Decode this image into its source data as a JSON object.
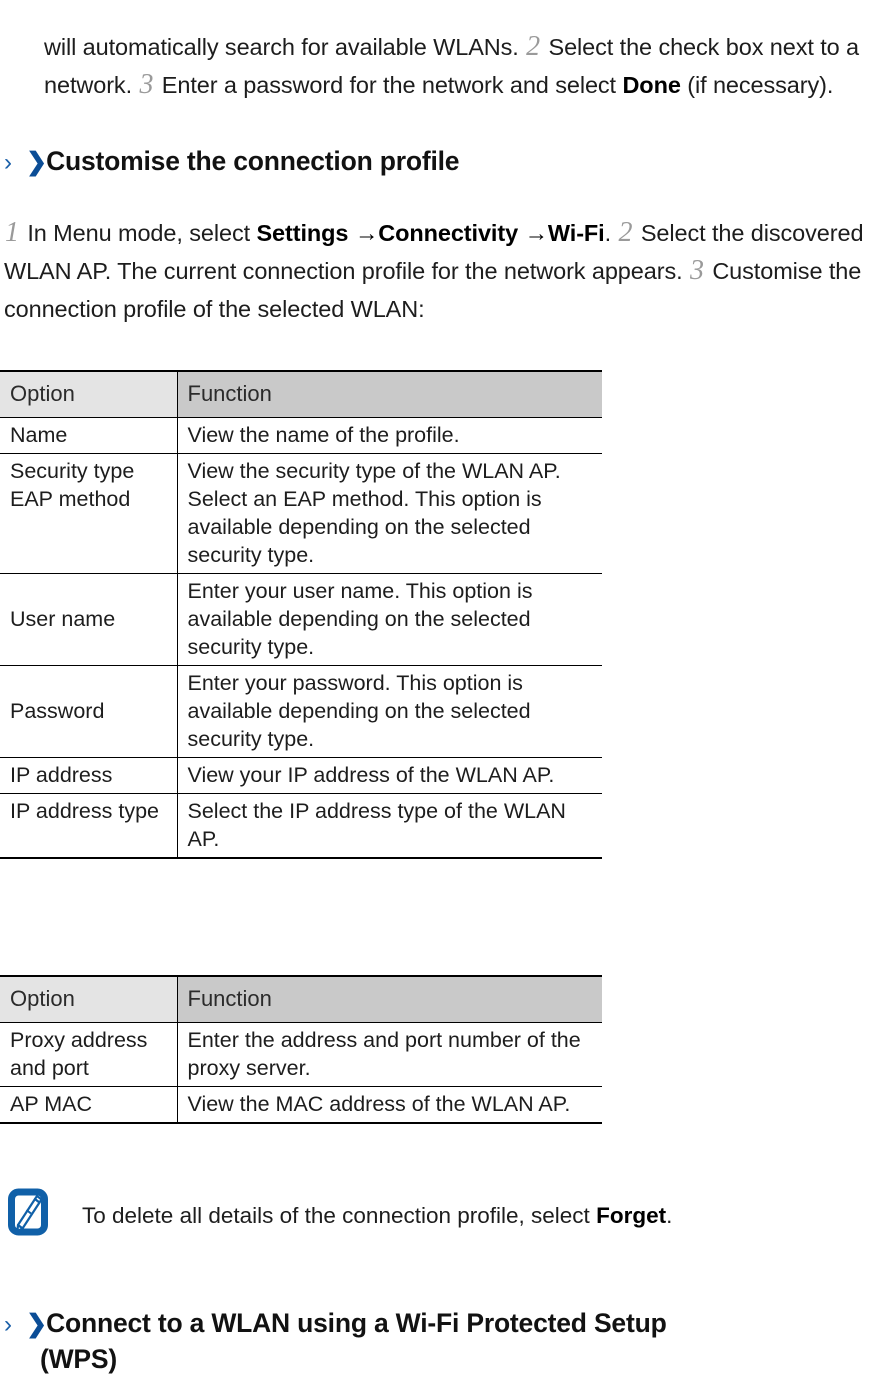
{
  "intro": {
    "text_a": "will automatically search for available WLANs.",
    "step_2": "2",
    "text_b": "Select the check box next to a network.",
    "step_3": "3",
    "text_c": "Enter a password for the network and select",
    "bold_done": "Done",
    "text_d": "(if necessary)."
  },
  "heading_1": {
    "chevron_light": "›",
    "chevron_bold": "❯",
    "title": "Customise the connection profile"
  },
  "para_2": {
    "step_1": "1",
    "text_a": "In Menu mode, select",
    "bold_settings": "Settings",
    "arrow_1": "→",
    "bold_connectivity": "Connectivity",
    "arrow_2": "→",
    "bold_wifi": "Wi-Fi",
    "period": ".",
    "step_2": "2",
    "text_b": "Select the discovered WLAN AP. The current connection profile for the network appears.",
    "step_3": "3",
    "text_c": "Customise the connection profile of the selected WLAN:"
  },
  "table_1": {
    "headers": [
      "Option",
      "Function"
    ],
    "rows": [
      {
        "option": "Name",
        "function": "View the name of the profile.",
        "option_align": "middle"
      },
      {
        "option": "Security type EAP method",
        "function": "View the security type of the WLAN AP. Select an EAP method. This option is available depending on the selected security type.",
        "option_align": "top"
      },
      {
        "option": "User name",
        "function": "Enter your user name. This option is available depending on the selected security type.",
        "option_align": "middle"
      },
      {
        "option": "Password",
        "function": "Enter your password. This option is available depending on the selected security type.",
        "option_align": "middle"
      },
      {
        "option": "IP address",
        "function": "View your IP address of the WLAN AP.",
        "option_align": "middle"
      },
      {
        "option": "IP address type",
        "function": "Select the IP address type of the WLAN AP.",
        "option_align": "top"
      }
    ]
  },
  "table_2": {
    "headers": [
      "Option",
      "Function"
    ],
    "rows": [
      {
        "option": "Proxy address and port",
        "function": "Enter the address and port number of the proxy server.",
        "option_align": "top"
      },
      {
        "option": "AP MAC",
        "function": "View the MAC address of the WLAN AP.",
        "option_align": "middle"
      }
    ]
  },
  "note": {
    "icon": "note-pen-icon",
    "text_a": "To delete all details of the connection profile, select",
    "bold_forget": "Forget",
    "text_b": "."
  },
  "heading_2": {
    "chevron_light": "›",
    "chevron_bold": "❯",
    "title_line_1": "Connect to a WLAN using a Wi-Fi Protected Setup",
    "title_line_2": "(WPS)"
  },
  "colors": {
    "chevron_light": "#1a5fa8",
    "chevron_bold": "#0b4d96",
    "note_icon": "#1060a8",
    "header_option_bg": "#e4e4e4",
    "header_function_bg": "#c9c9c9",
    "step_number": "#9a9a9a",
    "text": "#1d1d1d"
  }
}
